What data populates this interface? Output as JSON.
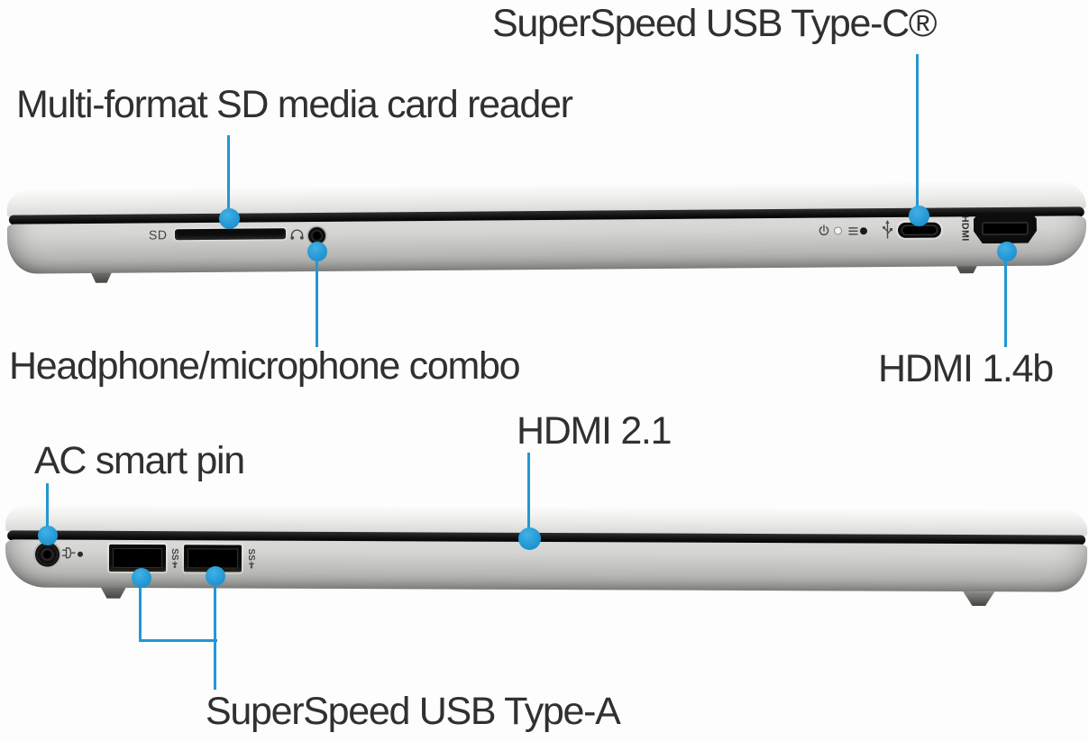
{
  "callout_labels": {
    "usb_type_c": "SuperSpeed USB Type-C®",
    "sd_reader": "Multi-format SD media card reader",
    "headphone": "Headphone/microphone combo",
    "hdmi_14b": "HDMI 1.4b",
    "hdmi_21": "HDMI 2.1",
    "ac_pin": "AC smart pin",
    "usb_type_a": "SuperSpeed USB Type-A"
  },
  "port_markings": {
    "sd": "SD",
    "hdmi": "HDMI",
    "superspeed": "SS"
  },
  "icon_glyphs": {
    "headphone_jack": "headset-icon",
    "power": "power-icon",
    "battery_led": "battery-led-icon",
    "usb": "usb-trident-icon",
    "ac_plug": "ac-plug-icon",
    "superspeed_trident": "superspeed-trident-icon"
  },
  "colors": {
    "callout_blue": "#2397D3",
    "label_text": "#303030"
  }
}
